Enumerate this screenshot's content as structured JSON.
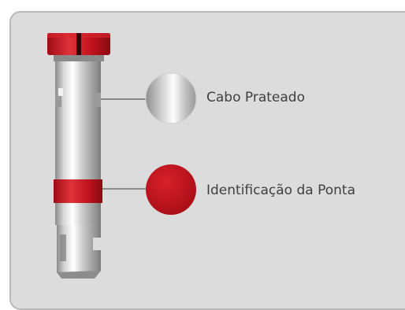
{
  "labels": {
    "silver": "Cabo Prateado",
    "tip": "Identificação da Ponta"
  },
  "icons": {
    "silver_swatch": "silver-handle-swatch",
    "red_swatch": "red-tip-swatch",
    "tool": "dental-screwdriver-tool"
  },
  "colors": {
    "panel": "#dcdcdc",
    "red": "#c1131f",
    "silver": "#b8b8b8",
    "connector": "#5a5a5a",
    "text": "#3f3f3f"
  }
}
